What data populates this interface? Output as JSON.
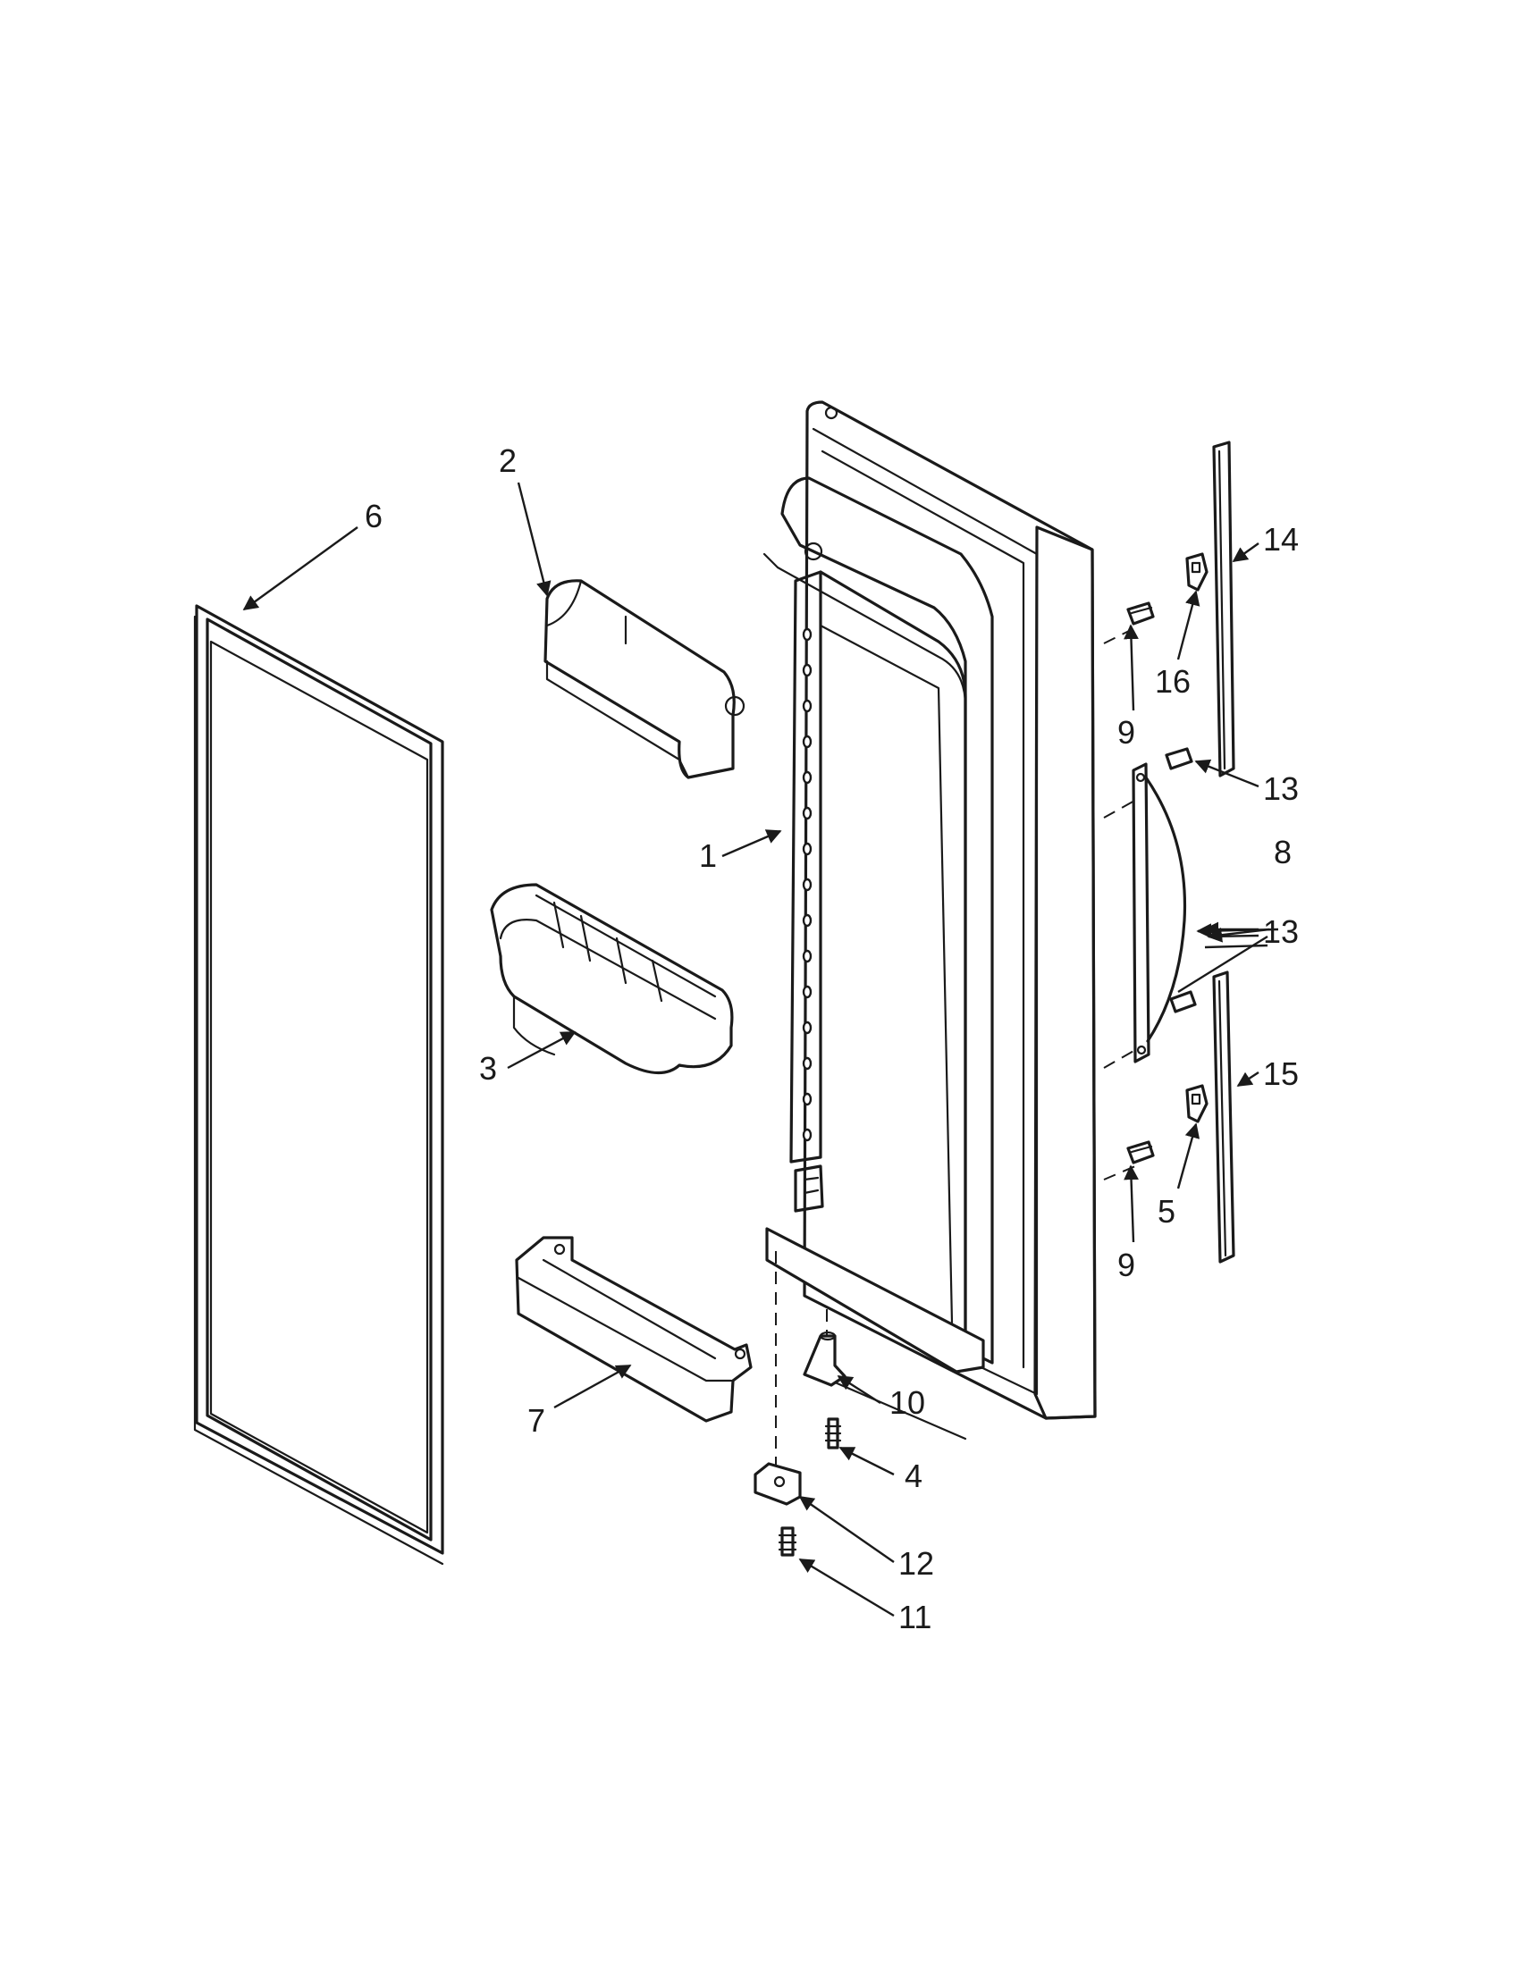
{
  "callouts": {
    "c1": "1",
    "c2": "2",
    "c3": "3",
    "c4": "4",
    "c5": "5",
    "c6": "6",
    "c7": "7",
    "c8": "8",
    "c9a": "9",
    "c9b": "9",
    "c10": "10",
    "c11": "11",
    "c12": "12",
    "c13a": "13",
    "c13b": "13",
    "c14": "14",
    "c15": "15",
    "c16": "16"
  }
}
